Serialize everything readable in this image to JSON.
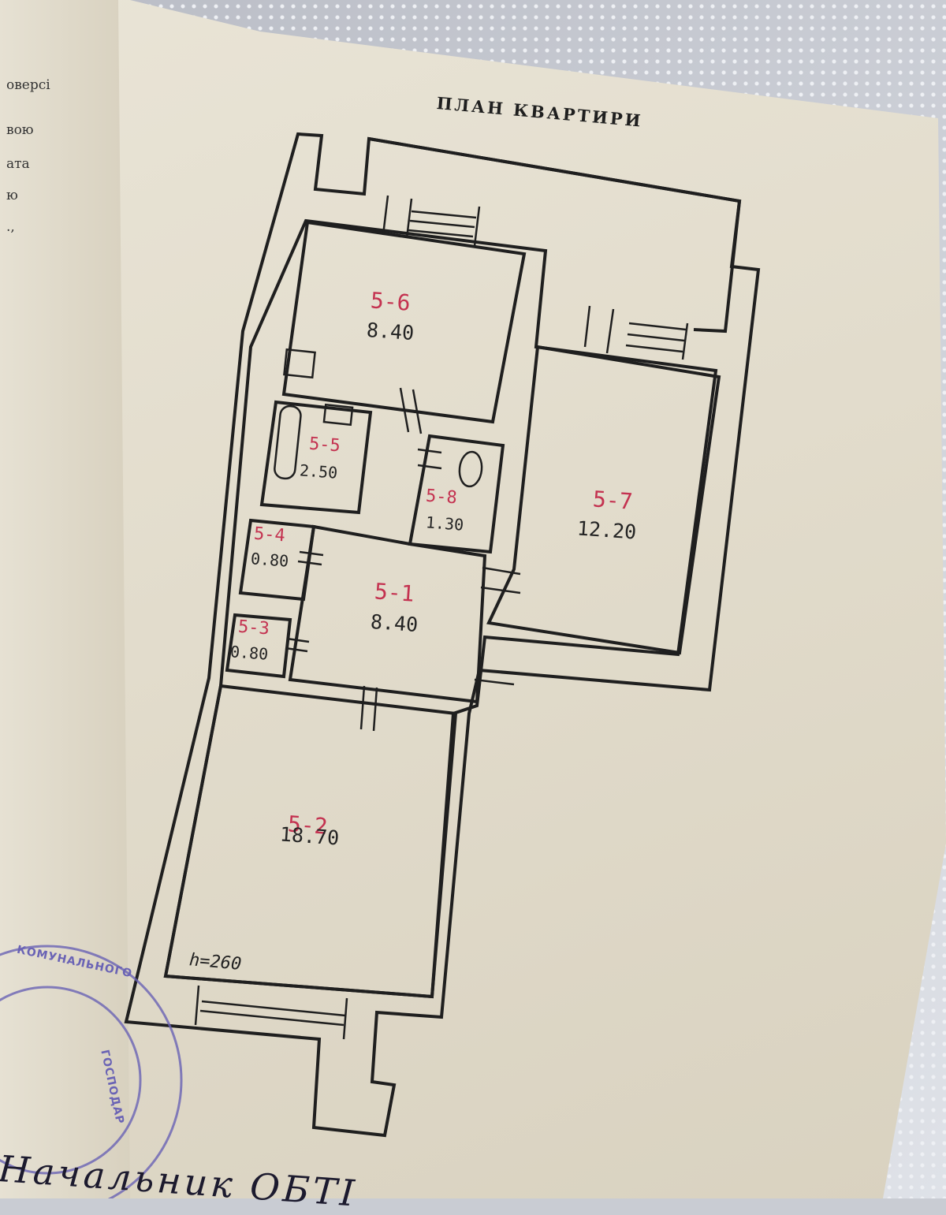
{
  "document": {
    "title": "ПЛАН КВАРТИРИ",
    "left_page_fragments": [
      "оверсі",
      "вою",
      "ата",
      "ю",
      "., "
    ],
    "height_note": "h=260",
    "stamp_text": [
      "КОМУНАЛЬНОГО",
      "ГОСПОДАР"
    ],
    "handwritten_footer": "Начальник ОБТІ"
  },
  "rooms": [
    {
      "code": "5-6",
      "area": "8.40"
    },
    {
      "code": "5-5",
      "area": "2.50"
    },
    {
      "code": "5-8",
      "area": "1.30"
    },
    {
      "code": "5-7",
      "area": "12.20"
    },
    {
      "code": "5-4",
      "area": "0.80"
    },
    {
      "code": "5-1",
      "area": "8.40"
    },
    {
      "code": "5-3",
      "area": "0.80"
    },
    {
      "code": "5-2",
      "area": "18.70"
    }
  ],
  "colors": {
    "ink": "#1f1f1f",
    "room_code_red": "#c43250",
    "stamp_blue": "#6a63b5",
    "paper": "#e6e0d1"
  }
}
